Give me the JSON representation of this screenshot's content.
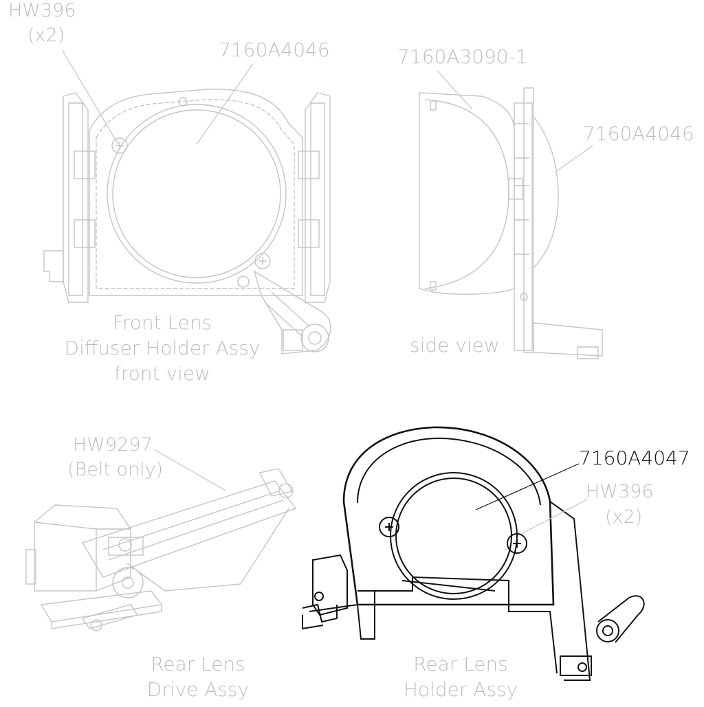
{
  "callouts": {
    "hw396_top": "HW396",
    "hw396_top_qty": "(x2)",
    "front_diffuser_part": "7160A4046",
    "side_housing_part": "7160A3090-1",
    "side_diffuser_part": "7160A4046",
    "belt_part": "HW9297",
    "belt_note": "(Belt only)",
    "rear_holder_part": "7160A4047",
    "hw396_bottom": "HW396",
    "hw396_bottom_qty": "(x2)"
  },
  "captions": {
    "front_line1": "Front Lens",
    "front_line2": "Diffuser Holder Assy",
    "front_line3": "front view",
    "side": "side view",
    "drive_line1": "Rear Lens",
    "drive_line2": "Drive Assy",
    "holder_line1": "Rear Lens",
    "holder_line2": "Holder Assy"
  },
  "colors": {
    "faded": "#bdbdbd",
    "highlight": "#111111"
  }
}
